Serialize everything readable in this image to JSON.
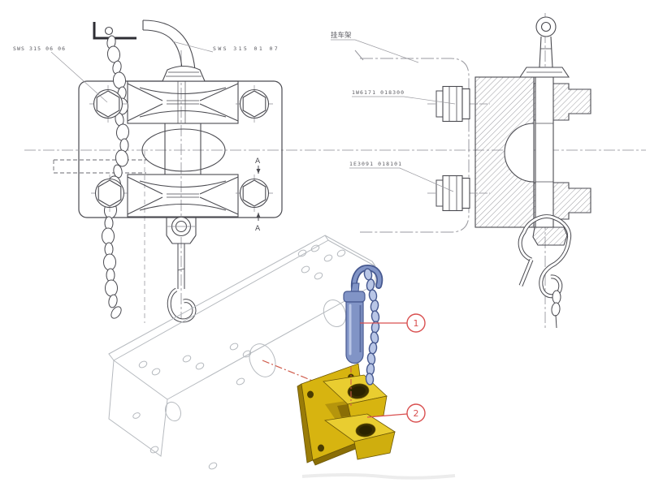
{
  "labels": {
    "left_view": {
      "chain_part": "SWS 315 06 06",
      "tube_part": "SWS 315 01 07",
      "section": "A"
    },
    "right_view": {
      "frame": "挂车架",
      "upper_bolt": "1W6171 018300",
      "lower_bolt": "1E3091 018101"
    },
    "iso_view": {
      "callout_1": "1",
      "callout_2": "2"
    }
  },
  "colors": {
    "background": "#ffffff",
    "line": "#4a4a50",
    "centerline": "#8a8a92",
    "phantom": "#9a9aa0",
    "wireframe": "#b6babf",
    "hatch": "#5a5a62",
    "callout_red": "#d95050",
    "assembly_line_red": "#cf5a4a",
    "pin_blue": "#8194c6",
    "pin_blue_dark": "#46588f",
    "pin_blue_light": "#b9c6e6",
    "chain_blue": "#b9c6e6",
    "bracket_yellow": "#d7b410",
    "bracket_yellow_light": "#e9cd30",
    "bracket_yellow_dark": "#9a7c08",
    "hole_dark": "#3a2f00"
  }
}
